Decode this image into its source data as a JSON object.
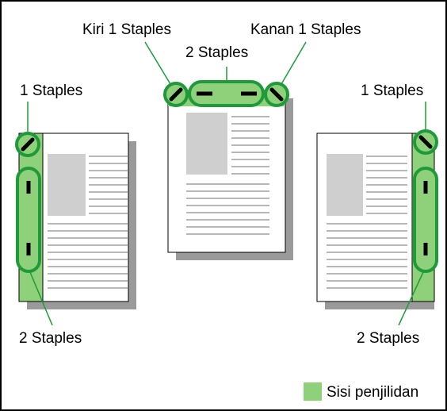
{
  "labels": {
    "left_top": "1 Staples",
    "left_bottom": "2 Staples",
    "center_left": "Kiri 1 Staples",
    "center_right": "Kanan 1 Staples",
    "center_middle": "2 Staples",
    "right_top": "1 Staples",
    "right_bottom": "2 Staples"
  },
  "legend": {
    "label": "Sisi penjilidan",
    "swatch_icon": "binding-edge-swatch"
  },
  "colors": {
    "binding_edge": "#8fd07a",
    "staple_outline": "#1f9a3a",
    "page_shadow": "#9a9a9a",
    "image_placeholder": "#cfcfcf",
    "text_line": "#b8b8b8"
  }
}
